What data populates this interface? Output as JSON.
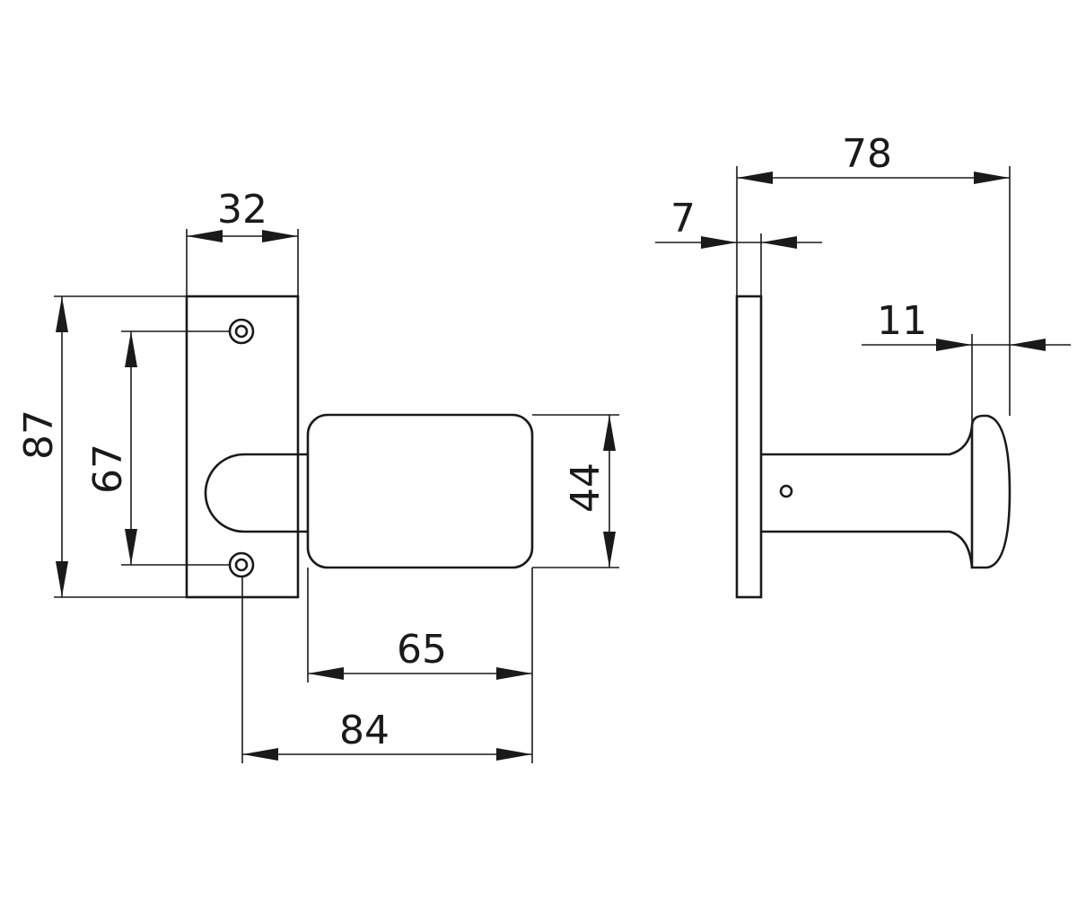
{
  "dimensions": {
    "backplate_width": "32",
    "backplate_height": "87",
    "screw_spacing": "67",
    "knob_height": "44",
    "knob_length": "65",
    "overall_projection": "84",
    "total_depth": "78",
    "plate_thickness": "7",
    "knob_head_thickness": "11"
  }
}
